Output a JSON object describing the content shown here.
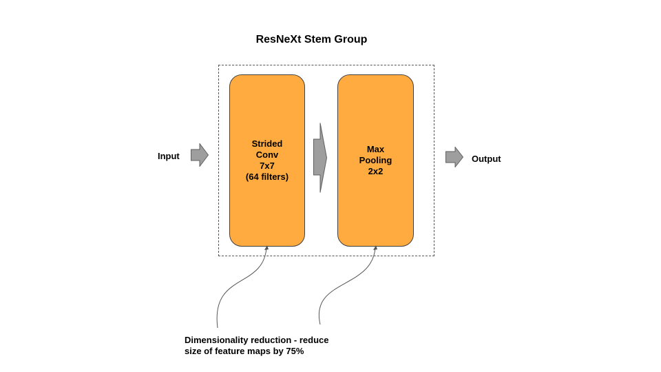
{
  "title": "ResNeXt Stem Group",
  "input_label": "Input",
  "output_label": "Output",
  "blocks": [
    {
      "lines": [
        "Strided",
        "Conv",
        "7x7",
        "(64 filters)"
      ]
    },
    {
      "lines": [
        "Max",
        "Pooling",
        "2x2"
      ]
    }
  ],
  "annotation": {
    "lines": [
      "Dimensionality reduction - reduce",
      "size of feature maps by 75%"
    ]
  },
  "colors": {
    "block_fill": "#ffab40",
    "arrow_fill": "#9e9e9e",
    "outline": "#404040"
  }
}
